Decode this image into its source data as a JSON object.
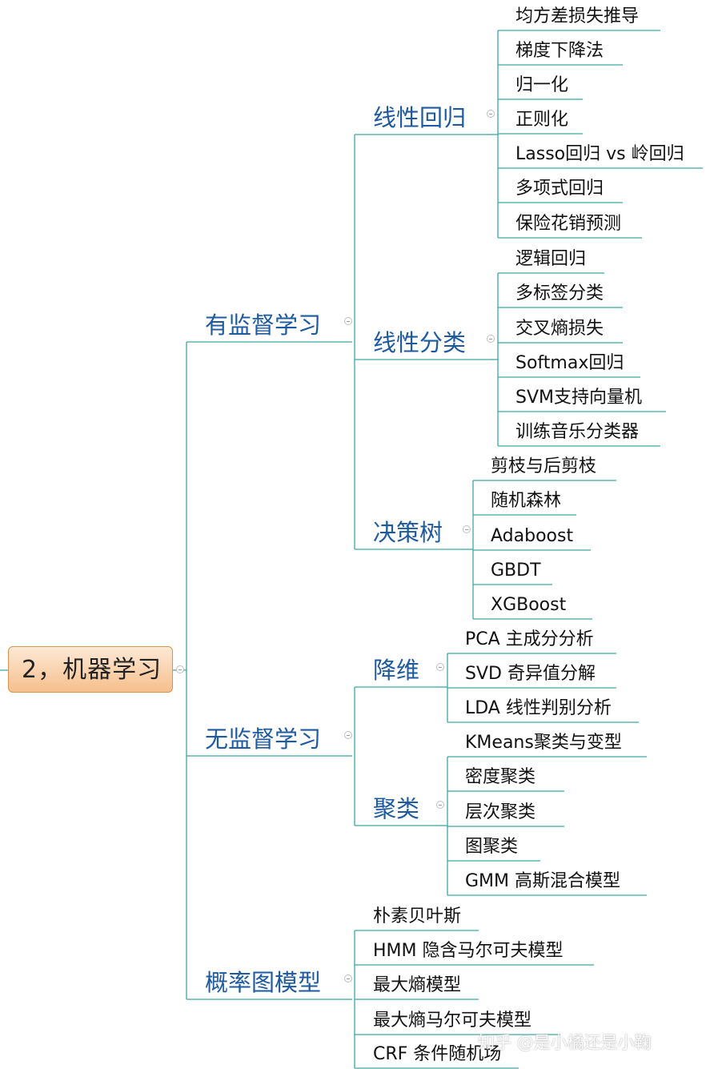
{
  "mindmap": {
    "root": "2，机器学习",
    "branches": [
      {
        "label": "有监督学习",
        "groups": [
          {
            "label": "线性回归",
            "items": [
              "均方差损失推导",
              "梯度下降法",
              "归一化",
              "正则化",
              "Lasso回归 vs 岭回归",
              "多项式回归",
              "保险花销预测"
            ]
          },
          {
            "label": "线性分类",
            "items": [
              "逻辑回归",
              "多标签分类",
              "交叉熵损失",
              "Softmax回归",
              "SVM支持向量机",
              "训练音乐分类器"
            ]
          },
          {
            "label": "决策树",
            "items": [
              "剪枝与后剪枝",
              "随机森林",
              "Adaboost",
              "GBDT",
              "XGBoost"
            ]
          }
        ]
      },
      {
        "label": "无监督学习",
        "groups": [
          {
            "label": "降维",
            "items": [
              "PCA 主成分分析",
              "SVD 奇异值分解",
              "LDA 线性判别分析"
            ]
          },
          {
            "label": "聚类",
            "items": [
              "KMeans聚类与变型",
              "密度聚类",
              "层次聚类",
              "图聚类",
              "GMM 高斯混合模型"
            ]
          }
        ]
      },
      {
        "label": "概率图模型",
        "items": [
          "朴素贝叶斯",
          "HMM 隐含马尔可夫模型",
          "最大熵模型",
          "最大熵马尔可夫模型",
          "CRF 条件随机场"
        ]
      }
    ]
  },
  "watermark": "知乎 @是小橘还是小鞠",
  "colors": {
    "line": "#3aa9a4",
    "label": "#1e5aa0",
    "root_fill": "#f6bf8c",
    "root_border": "#d9944f"
  }
}
